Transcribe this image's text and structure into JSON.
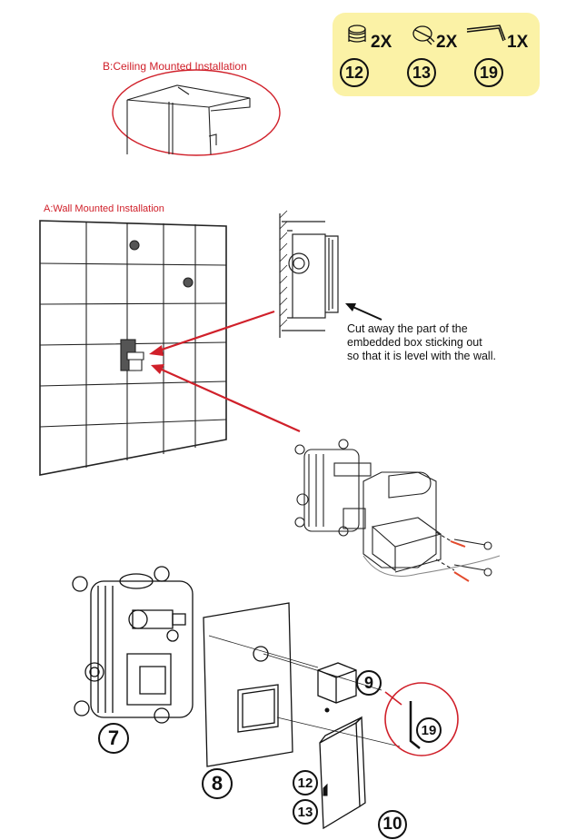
{
  "labels": {
    "ceiling": "B:Ceiling Mounted Installation",
    "wall": "A:Wall Mounted Installation",
    "note_line1": "Cut away the part of the",
    "note_line2": "embedded box sticking out",
    "note_line3": "so that it is level with the wall."
  },
  "parts_box": {
    "background": "#fbf2a6",
    "items": [
      {
        "icon": "screw-insert-icon",
        "qty": "2X",
        "number": "12"
      },
      {
        "icon": "slotted-screw-icon",
        "qty": "2X",
        "number": "13"
      },
      {
        "icon": "hex-key-icon",
        "qty": "1X",
        "number": "19"
      }
    ]
  },
  "callouts": {
    "valve_body": "7",
    "cover_plate": "8",
    "handle_cap": "9",
    "handle": "10",
    "screw_insert": "12",
    "screw": "13",
    "hex_key": "19"
  },
  "colors": {
    "accent": "#d0202a",
    "line": "#111111"
  }
}
